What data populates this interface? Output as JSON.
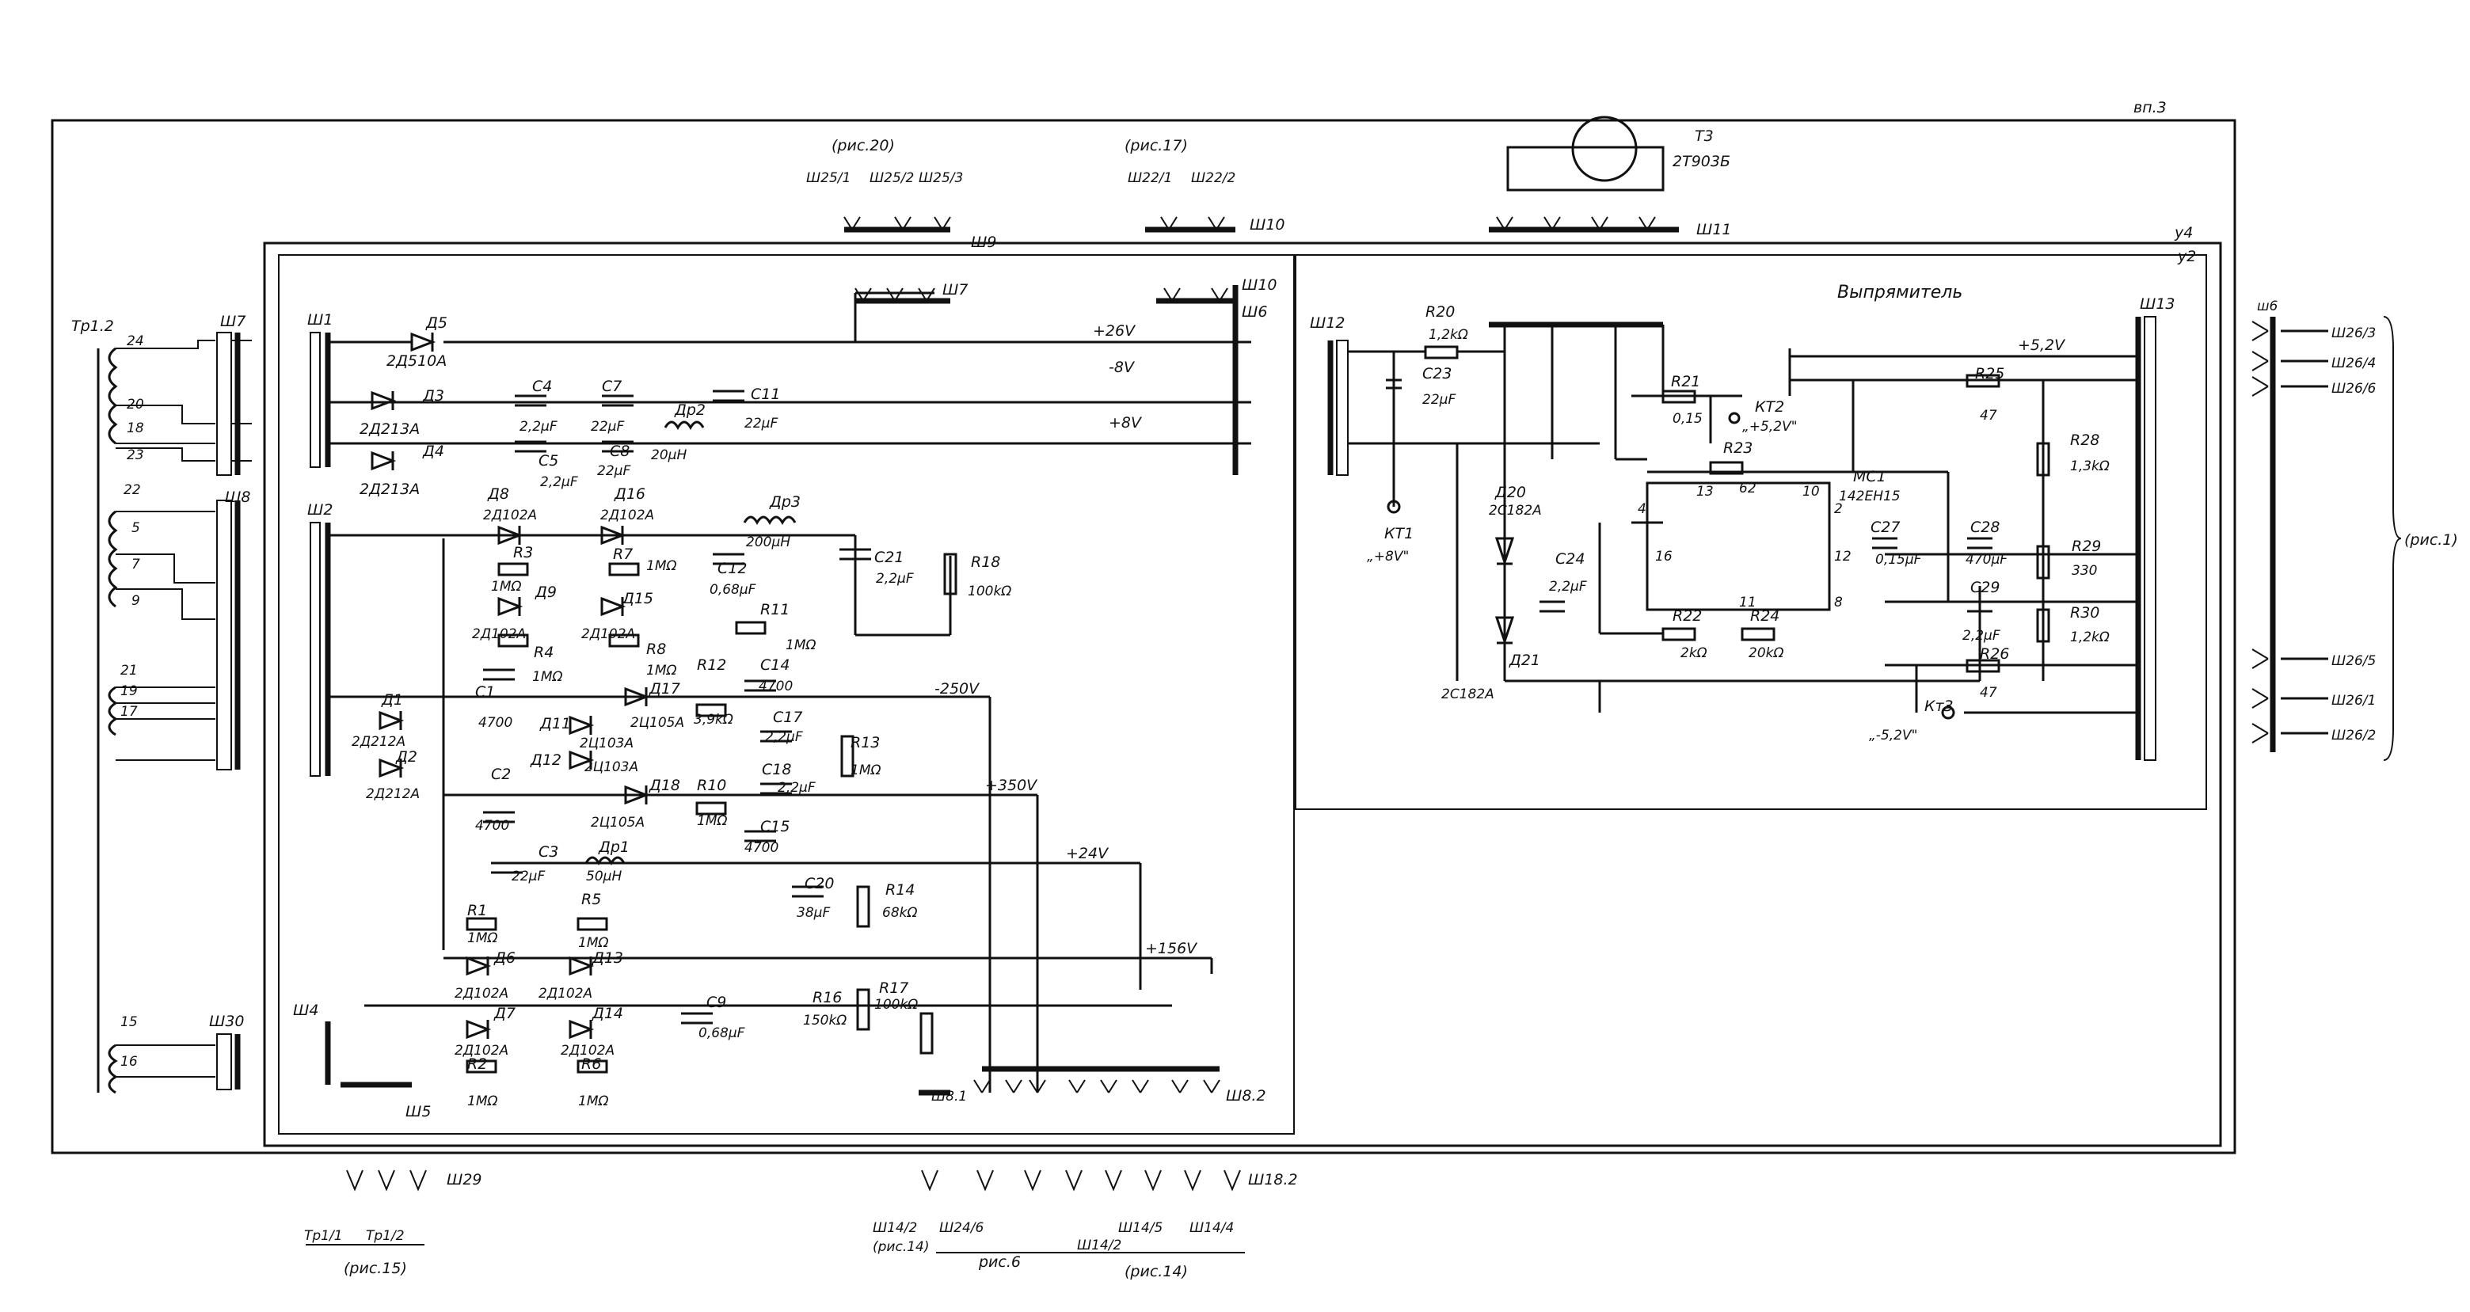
{
  "sheet": {
    "ref": "вп.3",
    "block_y4": "у4",
    "block_y2": "у2",
    "rectifier_title": "Выпрямитель"
  },
  "colors": {
    "ink": "#111111",
    "paper": "#ffffff"
  },
  "transistor": {
    "ref": "Т3",
    "type": "2Т903Б"
  },
  "connectors": {
    "sh1": "Ш1",
    "sh2": "Ш2",
    "sh4": "Ш4",
    "sh5": "Ш5",
    "sh6_in": "Ш6",
    "sh6_out": "ш6",
    "sh7_in": "Ш7",
    "sh7_out": "Ш7",
    "sh8": "Ш8",
    "sh9": "Ш9",
    "sh10_in": "Ш10",
    "sh10_out": "Ш10",
    "sh11_in": "Ш11",
    "sh11_out": "Ш11",
    "sh12": "Ш12",
    "sh13": "Ш13",
    "sh29": "Ш29",
    "sh30": "Ш30",
    "sh8_1": "Ш8.1",
    "sh8_2": "Ш8.2",
    "sh18_2": "Ш18.2"
  },
  "transformer": {
    "ref": "Тр1.2",
    "taps_a": [
      "24",
      "20",
      "18",
      "23"
    ],
    "taps_b": [
      "22",
      "5",
      "7",
      "9"
    ],
    "taps_c": [
      "21",
      "19",
      "17"
    ],
    "taps_d": [
      "15",
      "16"
    ]
  },
  "rails": {
    "p26": "+26V",
    "m8": "-8V",
    "p8": "+8V",
    "m250": "-250V",
    "p350": "+350V",
    "p24": "+24V",
    "p156": "+156V",
    "p52": "+5,2V"
  },
  "components": {
    "d5": "Д5",
    "d5v": "2Д510А",
    "d3": "Д3",
    "d3v": "2Д213А",
    "d4": "Д4",
    "d4v": "2Д213А",
    "c4": "C4",
    "c4v": "2,2μF",
    "c5": "C5",
    "c5v": "2,2μF",
    "c7": "C7",
    "c7v": "22μF",
    "c8": "C8",
    "c8v": "22μF",
    "dr2": "Др2",
    "dr2v": "20μН",
    "c11": "C11",
    "c11v": "22μF",
    "d8": "Д8",
    "d8v": "2Д102А",
    "d16": "Д16",
    "d16v": "2Д102А",
    "r3": "R3",
    "r3v": "1МΩ",
    "r7": "R7",
    "r7v": "1МΩ",
    "d9": "Д9",
    "d9v": "2Д102А",
    "d15": "Д15",
    "d15v": "2Д102А",
    "r4": "R4",
    "r4v": "1МΩ",
    "r8": "R8",
    "r8v": "1МΩ",
    "c1": "C1",
    "c1v": "4700",
    "c2": "C2",
    "c2v": "4700",
    "d1": "Д1",
    "d1v": "2Д212А",
    "d2": "Д2",
    "d2v": "2Д212А",
    "d17": "Д17",
    "d17v": "2Ц105А",
    "d11": "Д11",
    "d11v": "2Ц103А",
    "d12": "Д12",
    "d12v": "2Ц103А",
    "d18": "Д18",
    "d18v": "2Ц105А",
    "dr3": "Др3",
    "dr3v": "200μН",
    "c12": "C12",
    "c12v": "0,68μF",
    "c21": "C21",
    "c21v": "2,2μF",
    "r18": "R18",
    "r18v": "100kΩ",
    "r11": "R11",
    "r11v": "1МΩ",
    "r12": "R12",
    "r12v": "3,9kΩ",
    "c14": "C14",
    "c14v": "4700",
    "c17": "C17",
    "c17v": "2,2μF",
    "c18": "C18",
    "c18v": "2,2μF",
    "r13": "R13",
    "r13v": "1МΩ",
    "r10": "R10",
    "r10v": "1МΩ",
    "c15": "C15",
    "c15v": "4700",
    "c3": "C3",
    "c3v": "22μF",
    "dr1": "Др1",
    "dr1v": "50μН",
    "c20": "C20",
    "c20v": "38μF",
    "r14": "R14",
    "r14v": "68kΩ",
    "r1": "R1",
    "r1v": "1МΩ",
    "r5": "R5",
    "r5v": "1МΩ",
    "d6": "Д6",
    "d6v": "2Д102А",
    "d13": "Д13",
    "d13v": "2Д102А",
    "d7": "Д7",
    "d7v": "2Д102А",
    "d14": "Д14",
    "d14v": "2Д102А",
    "r2": "R2",
    "r2v": "1МΩ",
    "r6": "R6",
    "r6v": "1МΩ",
    "c9": "C9",
    "c9v": "0,68μF",
    "r16": "R16",
    "r16v": "150kΩ",
    "r17": "R17",
    "r17v": "100kΩ",
    "r20": "R20",
    "r20v": "1,2kΩ",
    "c23": "C23",
    "c23v": "22μF",
    "r21": "R21",
    "r21v": "0,15",
    "kt2": "КТ2",
    "kt2v": "„+5,2V\"",
    "r23": "R23",
    "r23v": "62",
    "ms1": "МС1",
    "ms1v": "142ЕН15",
    "d20": "Д20",
    "d20v": "2С182А",
    "d21": "Д21",
    "d21v": "2С182А",
    "kt1": "КТ1",
    "kt1v": "„+8V\"",
    "c24": "C24",
    "c24v": "2,2μF",
    "c27": "C27",
    "c27v": "0,15μF",
    "c28": "C28",
    "c28v": "470μF",
    "r25": "R25",
    "r25v": "47",
    "r28": "R28",
    "r28v": "1,3kΩ",
    "r29": "R29",
    "r29v": "330",
    "r30": "R30",
    "r30v": "1,2kΩ",
    "c29": "C29",
    "c29v": "2,2μF",
    "r26": "R26",
    "r26v": "47",
    "r22": "R22",
    "r22v": "2kΩ",
    "r24": "R24",
    "r24v": "20kΩ",
    "kt3": "Кт3",
    "kt3v": "„-5,2V\""
  },
  "ic_pins": [
    "4",
    "13",
    "10",
    "2",
    "16",
    "12",
    "11",
    "8"
  ],
  "refs": {
    "fig20": "(рис.20)",
    "fig17": "(рис.17)",
    "fig1": "(рис.1)",
    "fig15": "(рис.15)",
    "fig14a": "(рис.14)",
    "fig6": "рис.6",
    "fig14b": "(рис.14)"
  },
  "xrefs": {
    "sh9_a": "Ш25/1",
    "sh9_b": "Ш25/2",
    "sh9_c": "Ш25/3",
    "sh10_a": "Ш22/1",
    "sh10_b": "Ш22/2",
    "out_1": "Ш26/3",
    "out_2": "Ш26/4",
    "out_3": "Ш26/6",
    "out_4": "Ш26/5",
    "out_5": "Ш26/1",
    "out_6": "Ш26/2",
    "sh29_a": "Тр1/1",
    "sh29_b": "Тр1/2",
    "bot_a": "Ш14/2",
    "bot_b": "Ш24/6",
    "bot_c": "Ш14/5",
    "bot_d": "Ш14/4",
    "bot_e": "Ш14/2"
  }
}
